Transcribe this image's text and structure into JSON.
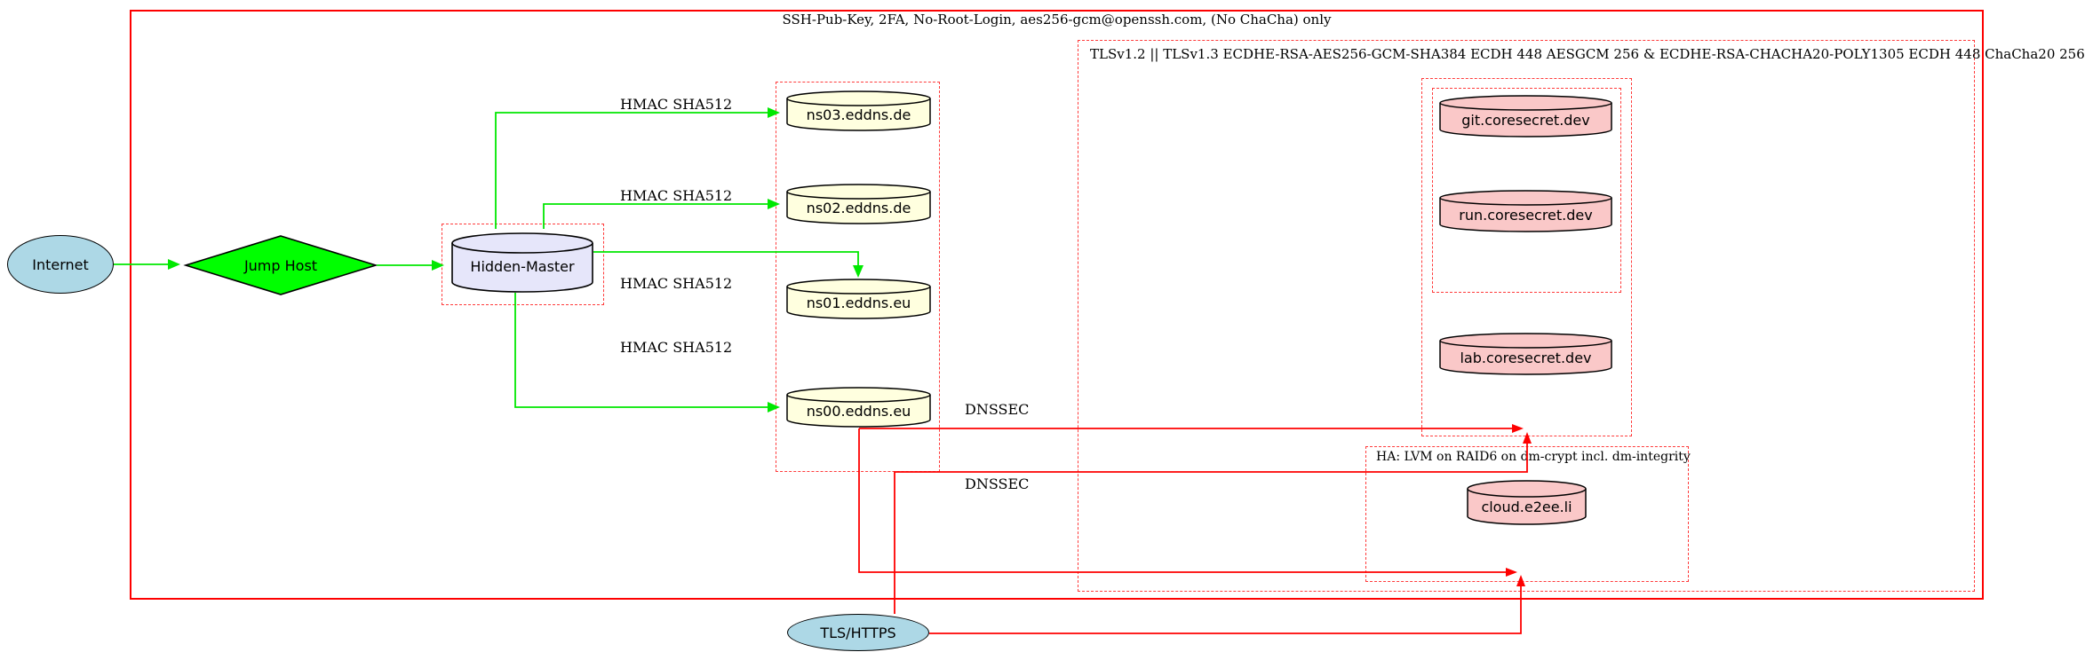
{
  "clusters": {
    "outer": {
      "label": "SSH-Pub-Key, 2FA, No-Root-Login, aes256-gcm@openssh.com, (No ChaCha) only"
    },
    "tls": {
      "label": "TLSv1.2 || TLSv1.3 ECDHE-RSA-AES256-GCM-SHA384 ECDH 448 AESGCM 256 & ECDHE-RSA-CHACHA20-POLY1305 ECDH 448 ChaCha20 256"
    },
    "ha": {
      "label": "HA: LVM on RAID6 on dm-crypt incl. dm-integrity"
    }
  },
  "nodes": {
    "internet": {
      "label": "Internet",
      "shape": "ellipse",
      "fill": "#add8e6"
    },
    "jump_host": {
      "label": "Jump Host",
      "shape": "diamond",
      "fill": "#00ff00"
    },
    "hidden_master": {
      "label": "Hidden-Master",
      "shape": "cylinder",
      "fill": "#e6e6fa"
    },
    "ns03": {
      "label": "ns03.eddns.de",
      "shape": "cylinder",
      "fill": "#ffffdf"
    },
    "ns02": {
      "label": "ns02.eddns.de",
      "shape": "cylinder",
      "fill": "#ffffdf"
    },
    "ns01": {
      "label": "ns01.eddns.eu",
      "shape": "cylinder",
      "fill": "#ffffdf"
    },
    "ns00": {
      "label": "ns00.eddns.eu",
      "shape": "cylinder",
      "fill": "#ffffdf"
    },
    "git": {
      "label": "git.coresecret.dev",
      "shape": "cylinder",
      "fill": "#fac8c8"
    },
    "run": {
      "label": "run.coresecret.dev",
      "shape": "cylinder",
      "fill": "#fac8c8"
    },
    "lab": {
      "label": "lab.coresecret.dev",
      "shape": "cylinder",
      "fill": "#fac8c8"
    },
    "cloud": {
      "label": "cloud.e2ee.li",
      "shape": "cylinder",
      "fill": "#fac8c8"
    },
    "tls_https": {
      "label": "TLS/HTTPS",
      "shape": "ellipse",
      "fill": "#add8e6"
    }
  },
  "edge_labels": {
    "hmac": "HMAC SHA512",
    "dnssec": "DNSSEC"
  },
  "colors": {
    "secure_transfer_edge": "#00ff00",
    "boundary_and_dnssec": "#fe0000",
    "dashed_cluster_border": "#ff3b3b",
    "nameserver_fill": "#ffffdf",
    "service_fill": "#fac8c8",
    "endpoint_fill": "#add8e6",
    "master_fill": "#e6e6fa"
  }
}
